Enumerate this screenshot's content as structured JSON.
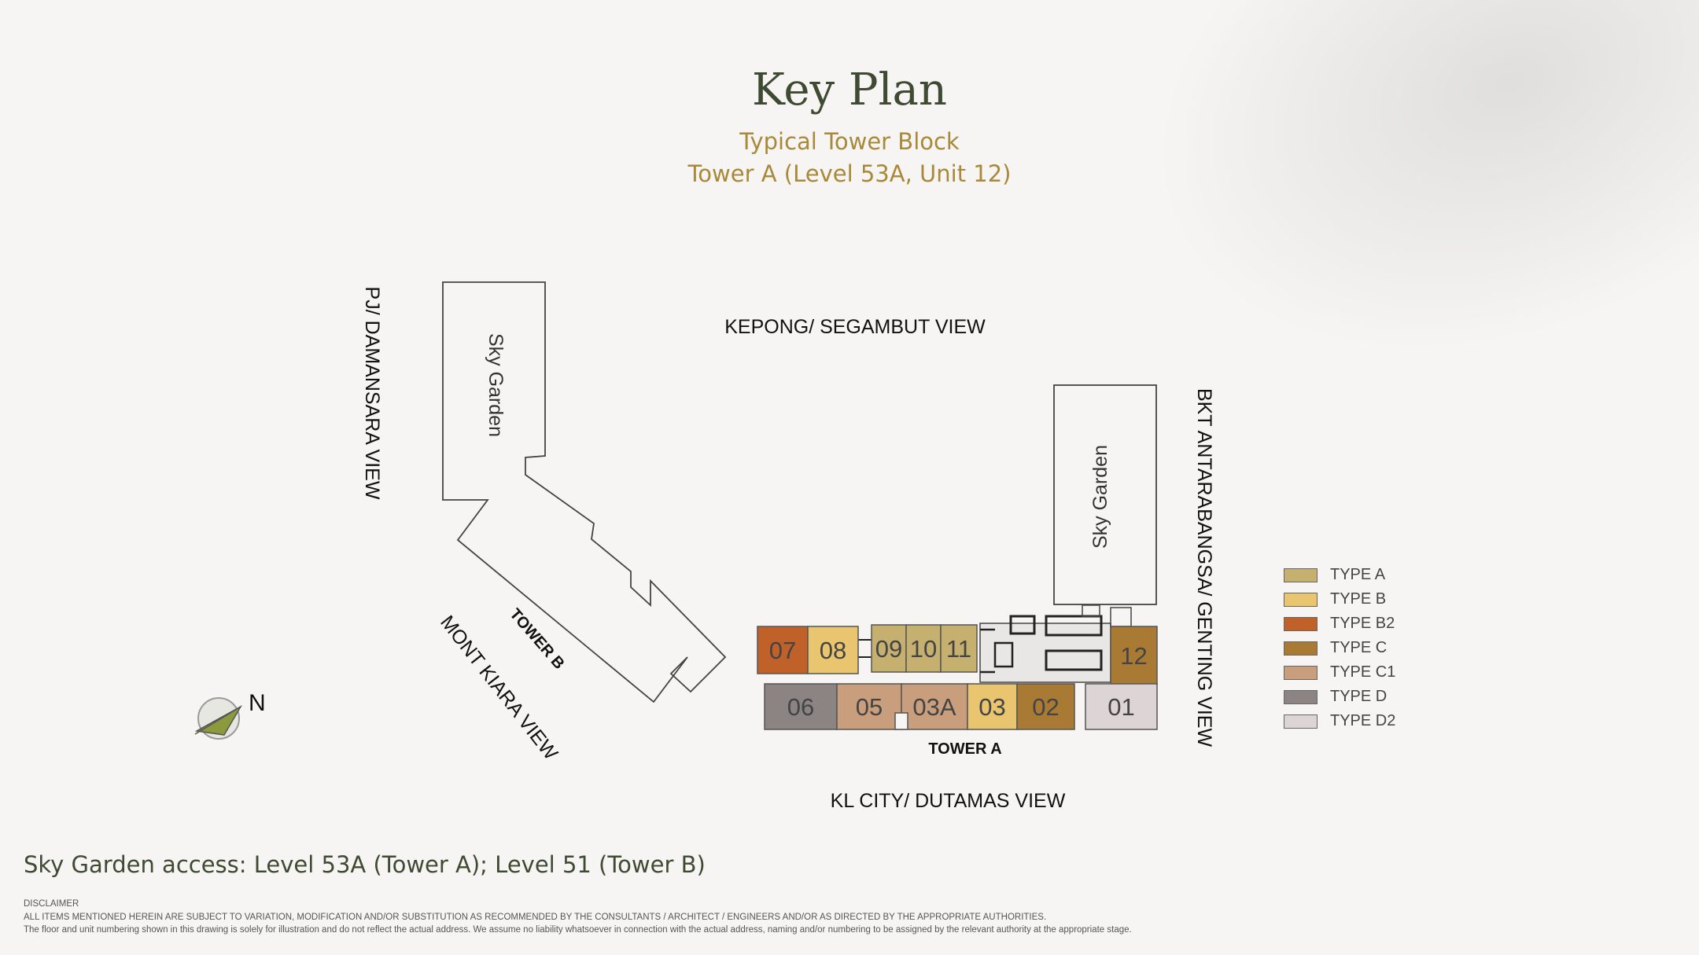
{
  "header": {
    "title": "Key Plan",
    "subtitle_line1": "Typical Tower Block",
    "subtitle_line2": "Tower A (Level 53A, Unit 12)"
  },
  "views": {
    "north": "KEPONG/ SEGAMBUT VIEW",
    "south": "KL CITY/ DUTAMAS VIEW",
    "west": "PJ/ DAMANSARA VIEW",
    "east": "BKT ANTARABANGSA/ GENTING VIEW",
    "southwest": "MONT KIARA VIEW"
  },
  "compass": {
    "label": "N",
    "icon": "north-arrow-icon"
  },
  "towers": {
    "tower_a": {
      "label": "TOWER A",
      "sky_garden": "Sky Garden"
    },
    "tower_b": {
      "label": "TOWER B",
      "sky_garden": "Sky Garden"
    }
  },
  "units": {
    "top_row": [
      {
        "id": "07",
        "type": "TYPE B2"
      },
      {
        "id": "08",
        "type": "TYPE B"
      },
      {
        "id": "09",
        "type": "TYPE A"
      },
      {
        "id": "10",
        "type": "TYPE A"
      },
      {
        "id": "11",
        "type": "TYPE A"
      },
      {
        "id": "12",
        "type": "TYPE C",
        "highlighted": true
      }
    ],
    "bottom_row": [
      {
        "id": "06",
        "type": "TYPE D"
      },
      {
        "id": "05",
        "type": "TYPE C1"
      },
      {
        "id": "03A",
        "type": "TYPE C1"
      },
      {
        "id": "03",
        "type": "TYPE B"
      },
      {
        "id": "02",
        "type": "TYPE C"
      },
      {
        "id": "01",
        "type": "TYPE D2"
      }
    ]
  },
  "legend": [
    {
      "label": "TYPE A",
      "color": "#c6b06f"
    },
    {
      "label": "TYPE B",
      "color": "#e8c56e"
    },
    {
      "label": "TYPE B2",
      "color": "#c0612a"
    },
    {
      "label": "TYPE C",
      "color": "#a97a33"
    },
    {
      "label": "TYPE C1",
      "color": "#c99e7c"
    },
    {
      "label": "TYPE D",
      "color": "#8b8483"
    },
    {
      "label": "TYPE D2",
      "color": "#ddd5d5"
    }
  ],
  "footer": {
    "access_note": "Sky Garden access: Level 53A (Tower A); Level 51 (Tower B)",
    "disclaimer_title": "DISCLAIMER",
    "disclaimer_line1": "ALL ITEMS MENTIONED HEREIN ARE SUBJECT TO VARIATION, MODIFICATION AND/OR SUBSTITUTION AS RECOMMENDED BY THE CONSULTANTS / ARCHITECT / ENGINEERS AND/OR AS DIRECTED BY THE APPROPRIATE AUTHORITIES.",
    "disclaimer_line2": "The floor and unit numbering shown in this drawing is solely for illustration and do not reflect the actual address. We assume no liability whatsoever in connection with the actual address, naming and/or numbering to be assigned by the relevant authority at the appropriate stage."
  }
}
